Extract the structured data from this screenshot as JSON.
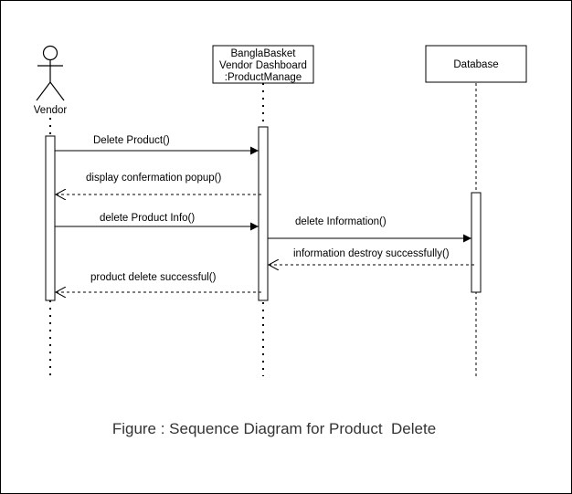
{
  "diagram": {
    "actor": {
      "label": "Vendor"
    },
    "participants": {
      "dashboard": {
        "lines": [
          "BanglaBasket",
          "Vendor Dashboard",
          ":ProductManage"
        ]
      },
      "database": {
        "label": "Database"
      }
    },
    "messages": [
      {
        "id": "m1",
        "text": "Delete Product()"
      },
      {
        "id": "m2",
        "text": "display confermation popup()"
      },
      {
        "id": "m3",
        "text": "delete Product Info()"
      },
      {
        "id": "m4",
        "text": "delete Information()"
      },
      {
        "id": "m5",
        "text": "information destroy successfully()"
      },
      {
        "id": "m6",
        "text": "product delete successful()"
      }
    ],
    "caption": "Figure : Sequence Diagram for Product  Delete"
  }
}
